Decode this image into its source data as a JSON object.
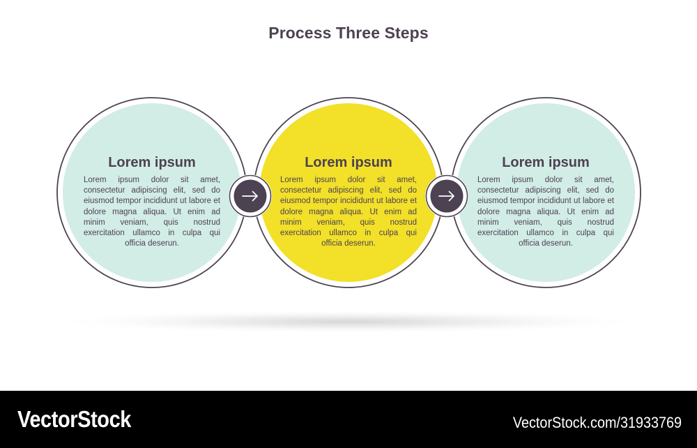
{
  "page": {
    "title": "Process Three Steps",
    "background_color": "#ffffff"
  },
  "colors": {
    "mint": "#d2ece6",
    "yellow": "#f2e029",
    "outline": "#4c4252",
    "text": "#4c4252",
    "badge": "#4c4252",
    "badge_arrow": "#ffffff",
    "footer_background": "#000000",
    "footer_text": "#ffffff"
  },
  "steps": [
    {
      "id": "step-1",
      "fill_color": "#d2ece6",
      "heading": "Lorem ipsum",
      "body": "Lorem ipsum dolor sit amet, consectetur adipiscing elit, sed do eiusmod tempor incididunt ut labore et dolore magna aliqua. Ut enim ad minim veniam, quis nostrud exercitation ullamco in culpa qui officia deserun."
    },
    {
      "id": "step-2",
      "fill_color": "#f2e029",
      "heading": "Lorem ipsum",
      "body": "Lorem ipsum dolor sit amet, consectetur adipiscing elit, sed do eiusmod tempor incididunt ut labore et dolore magna aliqua. Ut enim ad minim veniam, quis nostrud exercitation ullamco in culpa qui officia deserun."
    },
    {
      "id": "step-3",
      "fill_color": "#d2ece6",
      "heading": "Lorem ipsum",
      "body": "Lorem ipsum dolor sit amet, consectetur adipiscing elit, sed do eiusmod tempor incididunt ut labore et dolore magna aliqua. Ut enim ad minim veniam, quis nostrud exercitation ullamco in culpa qui officia deserun."
    }
  ],
  "connectors": [
    {
      "id": "connector-1",
      "icon": "arrow-right-icon"
    },
    {
      "id": "connector-2",
      "icon": "arrow-right-icon"
    }
  ],
  "footer": {
    "brand": "VectorStock",
    "url": "VectorStock.com/31933769"
  }
}
